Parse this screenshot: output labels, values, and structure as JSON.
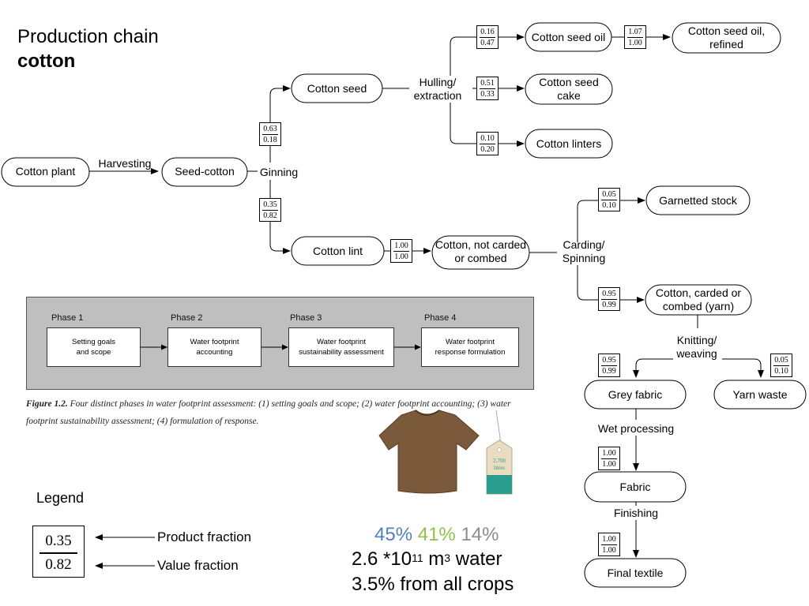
{
  "title": {
    "line1": "Production chain",
    "line2": "cotton"
  },
  "nodes": {
    "cotton_plant": "Cotton plant",
    "seed_cotton": "Seed-cotton",
    "cotton_seed": "Cotton seed",
    "cotton_lint": "Cotton lint",
    "cotton_seed_oil": "Cotton seed oil",
    "cotton_seed_oil_refined": "Cotton seed oil, refined",
    "cotton_seed_cake": "Cotton seed cake",
    "cotton_linters": "Cotton linters",
    "cotton_not_carded": "Cotton, not carded or combed",
    "garnetted_stock": "Garnetted stock",
    "cotton_carded": "Cotton, carded or combed (yarn)",
    "grey_fabric": "Grey fabric",
    "yarn_waste": "Yarn waste",
    "fabric": "Fabric",
    "final_textile": "Final textile"
  },
  "processes": {
    "harvesting": "Harvesting",
    "ginning": "Ginning",
    "hulling": "Hulling/ extraction",
    "carding": "Carding/ Spinning",
    "knitting": "Knitting/ weaving",
    "wet_processing": "Wet processing",
    "finishing": "Finishing"
  },
  "fractions": {
    "to_seed": {
      "product": "0.63",
      "value": "0.18"
    },
    "to_lint": {
      "product": "0.35",
      "value": "0.82"
    },
    "to_oil": {
      "product": "0.16",
      "value": "0.47"
    },
    "to_cake": {
      "product": "0.51",
      "value": "0.33"
    },
    "to_linters": {
      "product": "0.10",
      "value": "0.20"
    },
    "to_oil_refined": {
      "product": "1.07",
      "value": "1.00"
    },
    "to_not_carded": {
      "product": "1.00",
      "value": "1.00"
    },
    "to_garnetted": {
      "product": "0.05",
      "value": "0.10"
    },
    "to_carded": {
      "product": "0.95",
      "value": "0.99"
    },
    "to_grey_fabric": {
      "product": "0.95",
      "value": "0.99"
    },
    "to_yarn_waste": {
      "product": "0.05",
      "value": "0.10"
    },
    "to_fabric": {
      "product": "1.00",
      "value": "1.00"
    },
    "to_final": {
      "product": "1.00",
      "value": "1.00"
    }
  },
  "phase_figure": {
    "phases": [
      {
        "title": "Phase 1",
        "lines": [
          "Setting goals",
          "and scope"
        ]
      },
      {
        "title": "Phase 2",
        "lines": [
          "Water footprint",
          "accounting"
        ]
      },
      {
        "title": "Phase 3",
        "lines": [
          "Water footprint",
          "sustainability assessment"
        ]
      },
      {
        "title": "Phase 4",
        "lines": [
          "Water footprint",
          "response formulation"
        ]
      }
    ],
    "caption_label": "Figure 1.2.",
    "caption_text": "Four distinct phases in water footprint assessment: (1) setting goals and scope; (2) water footprint accounting; (3) water footprint sustainability assessment; (4) formulation of response."
  },
  "legend": {
    "title": "Legend",
    "sample_product": "0.35",
    "sample_value": "0.82",
    "product_label": "Product fraction",
    "value_label": "Value fraction"
  },
  "stats": {
    "pct_blue": "45%",
    "pct_green": "41%",
    "pct_grey": "14%",
    "water_prefix": "2.6 *10",
    "water_exp": "11",
    "water_unit": " m",
    "water_unit_exp": "3",
    "water_suffix": " water",
    "crops_line": "3.5% from all crops",
    "tag_number": "2,700",
    "tag_unit": "litres"
  },
  "colors": {
    "blue": "#4f81bd",
    "green": "#8fc34a",
    "grey": "#8c8c8c",
    "figure_bg": "#bfbfbf",
    "shirt": "#7a5a3a",
    "tag": "#2a9d8f"
  },
  "icons": [
    "tshirt-image",
    "water-tag-icon",
    "arrow-icon"
  ]
}
